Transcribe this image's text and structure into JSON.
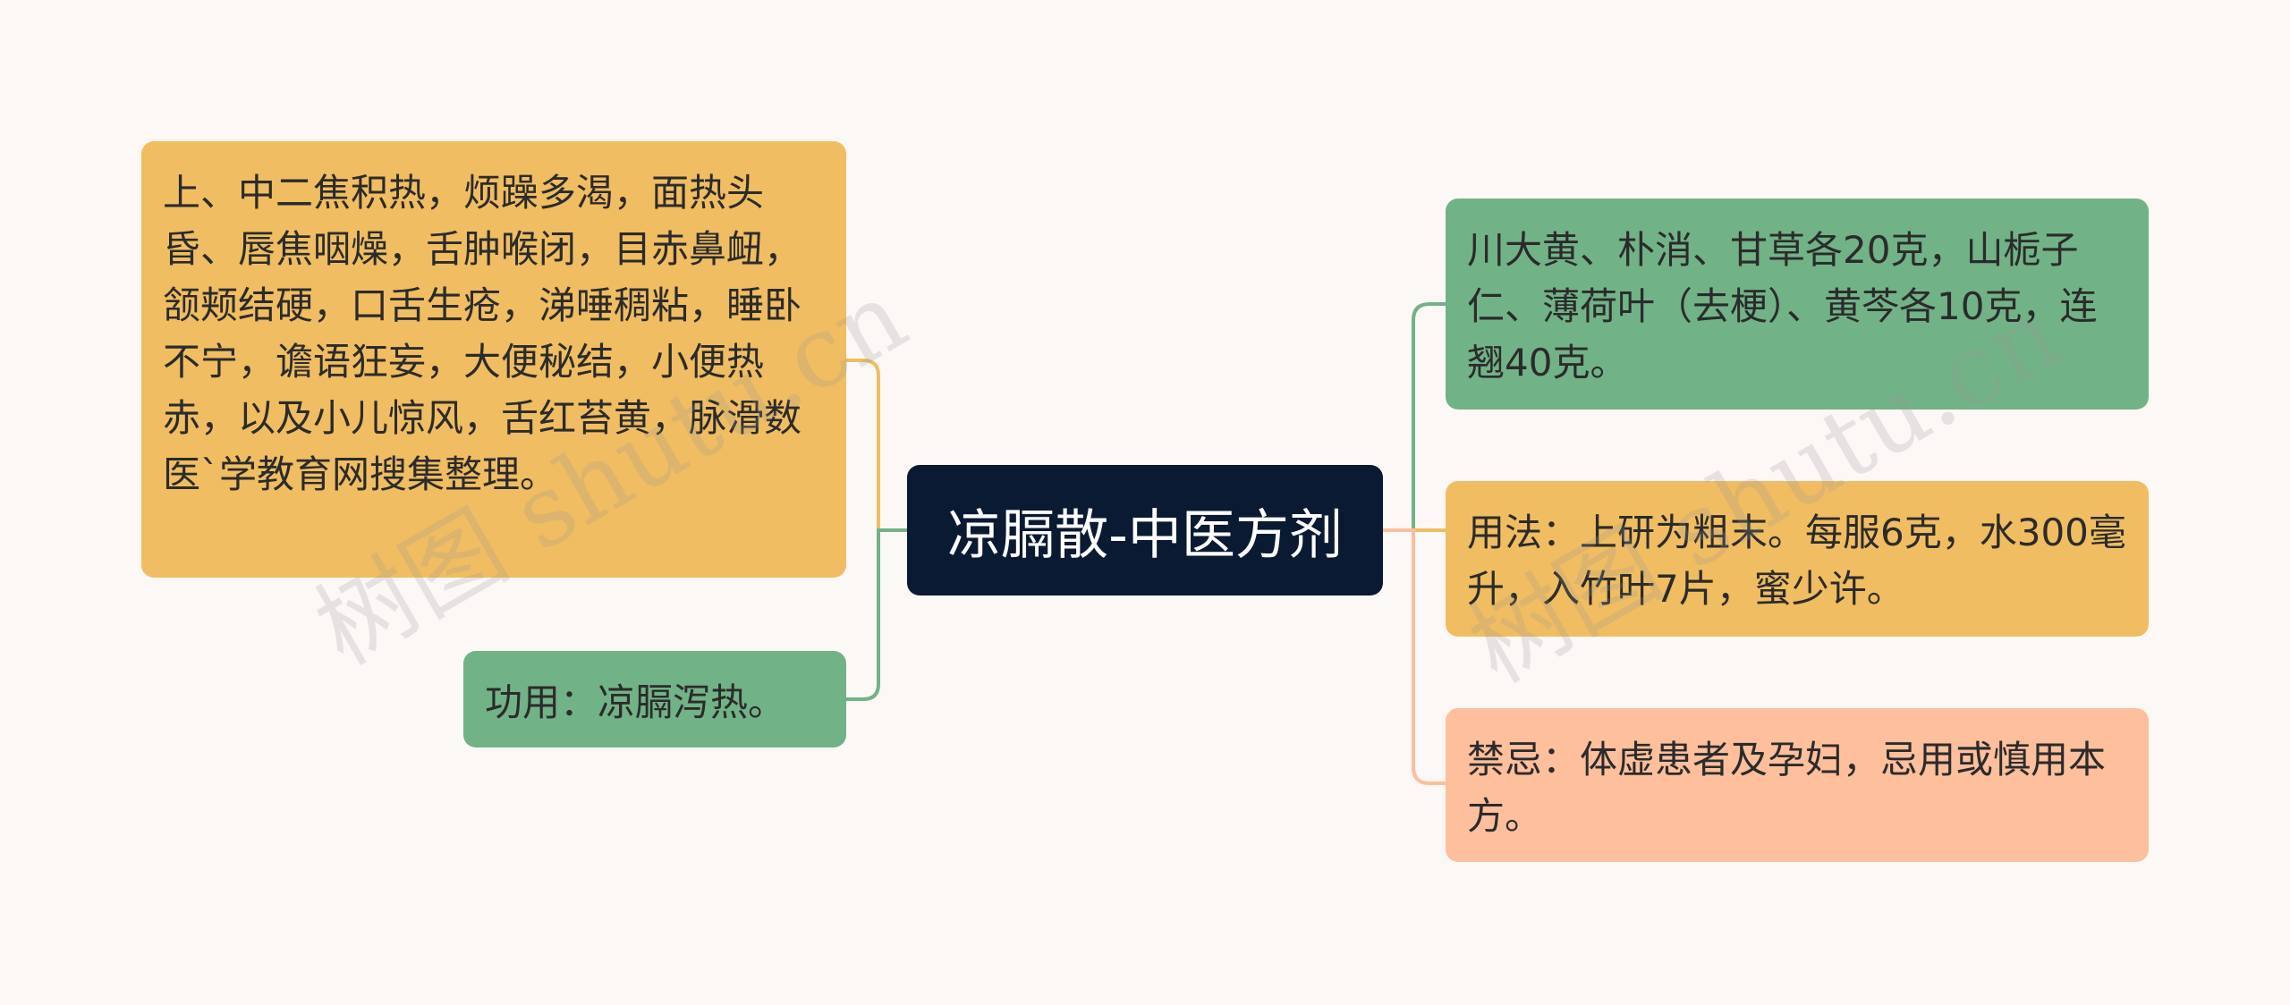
{
  "center": {
    "title": "凉膈散-中医方剂"
  },
  "left": {
    "indications": "上、中二焦积热，烦躁多渴，面热头昏、唇焦咽燥，舌肿喉闭，目赤鼻衄，颔颊结硬，口舌生疮，涕唾稠粘，睡卧不宁，谵语狂妄，大便秘结，小便热赤，以及小儿惊风，舌红苔黄，脉滑数医`学教育网搜集整理。",
    "function": "功用：凉膈泻热。"
  },
  "right": {
    "ingredients": "川大黄、朴消、甘草各20克，山栀子仁、薄荷叶（去梗）、黄芩各10克，连翘40克。",
    "usage": "用法：上研为粗末。每服6克，水300毫升，入竹叶7片，蜜少许。",
    "contraindication": "禁忌：体虚患者及孕妇，忌用或慎用本方。"
  },
  "watermarks": [
    "树图 shutu.cn",
    "树图 shutu.cn"
  ],
  "colors": {
    "center": "#0b1a33",
    "orange": "#f0bd62",
    "green": "#72b287",
    "peach": "#fdbf9c",
    "background": "#fcf8f6"
  }
}
